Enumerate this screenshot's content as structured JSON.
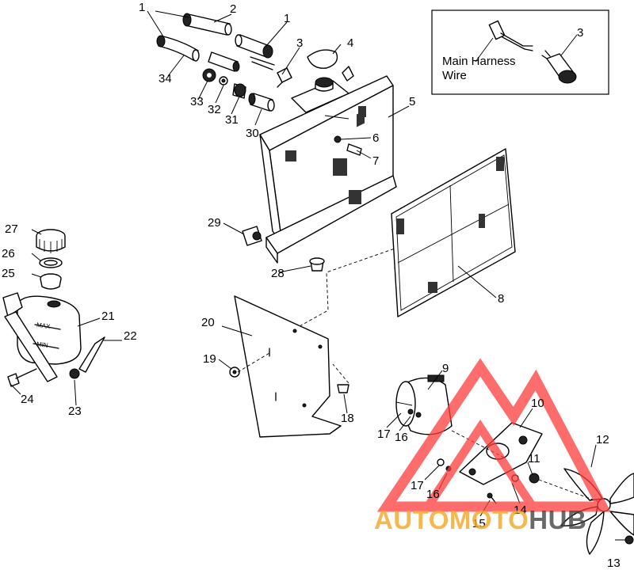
{
  "diagram": {
    "callouts": [
      {
        "id": "c1a",
        "text": "1"
      },
      {
        "id": "c2",
        "text": "2"
      },
      {
        "id": "c1b",
        "text": "1"
      },
      {
        "id": "c3a",
        "text": "3"
      },
      {
        "id": "c4",
        "text": "4"
      },
      {
        "id": "c3b",
        "text": "3"
      },
      {
        "id": "c34",
        "text": "34"
      },
      {
        "id": "c33",
        "text": "33"
      },
      {
        "id": "c32",
        "text": "32"
      },
      {
        "id": "c31",
        "text": "31"
      },
      {
        "id": "c30",
        "text": "30"
      },
      {
        "id": "c5",
        "text": "5"
      },
      {
        "id": "c6",
        "text": "6"
      },
      {
        "id": "c7",
        "text": "7"
      },
      {
        "id": "c29",
        "text": "29"
      },
      {
        "id": "c27",
        "text": "27"
      },
      {
        "id": "c26",
        "text": "26"
      },
      {
        "id": "c25",
        "text": "25"
      },
      {
        "id": "c28",
        "text": "28"
      },
      {
        "id": "c8",
        "text": "8"
      },
      {
        "id": "c21",
        "text": "21"
      },
      {
        "id": "c22",
        "text": "22"
      },
      {
        "id": "c20",
        "text": "20"
      },
      {
        "id": "c19",
        "text": "19"
      },
      {
        "id": "c24",
        "text": "24"
      },
      {
        "id": "c23",
        "text": "23"
      },
      {
        "id": "c18",
        "text": "18"
      },
      {
        "id": "c9",
        "text": "9"
      },
      {
        "id": "c10",
        "text": "10"
      },
      {
        "id": "c12",
        "text": "12"
      },
      {
        "id": "c17a",
        "text": "17"
      },
      {
        "id": "c16a",
        "text": "16"
      },
      {
        "id": "c11",
        "text": "11"
      },
      {
        "id": "c17b",
        "text": "17"
      },
      {
        "id": "c16b",
        "text": "16"
      },
      {
        "id": "c14",
        "text": "14"
      },
      {
        "id": "c15",
        "text": "15"
      },
      {
        "id": "c13",
        "text": "13"
      }
    ],
    "inset": {
      "label_line1": "Main Harness",
      "label_line2": "Wire"
    },
    "tank_marks": {
      "max": "MAX",
      "min": "MIN"
    },
    "watermark": {
      "text_a": "AUTOMOTO",
      "text_b": "HUB",
      "color_a": "#f5a623",
      "color_b": "#444444",
      "triangle_color": "#ff3b3b"
    }
  }
}
